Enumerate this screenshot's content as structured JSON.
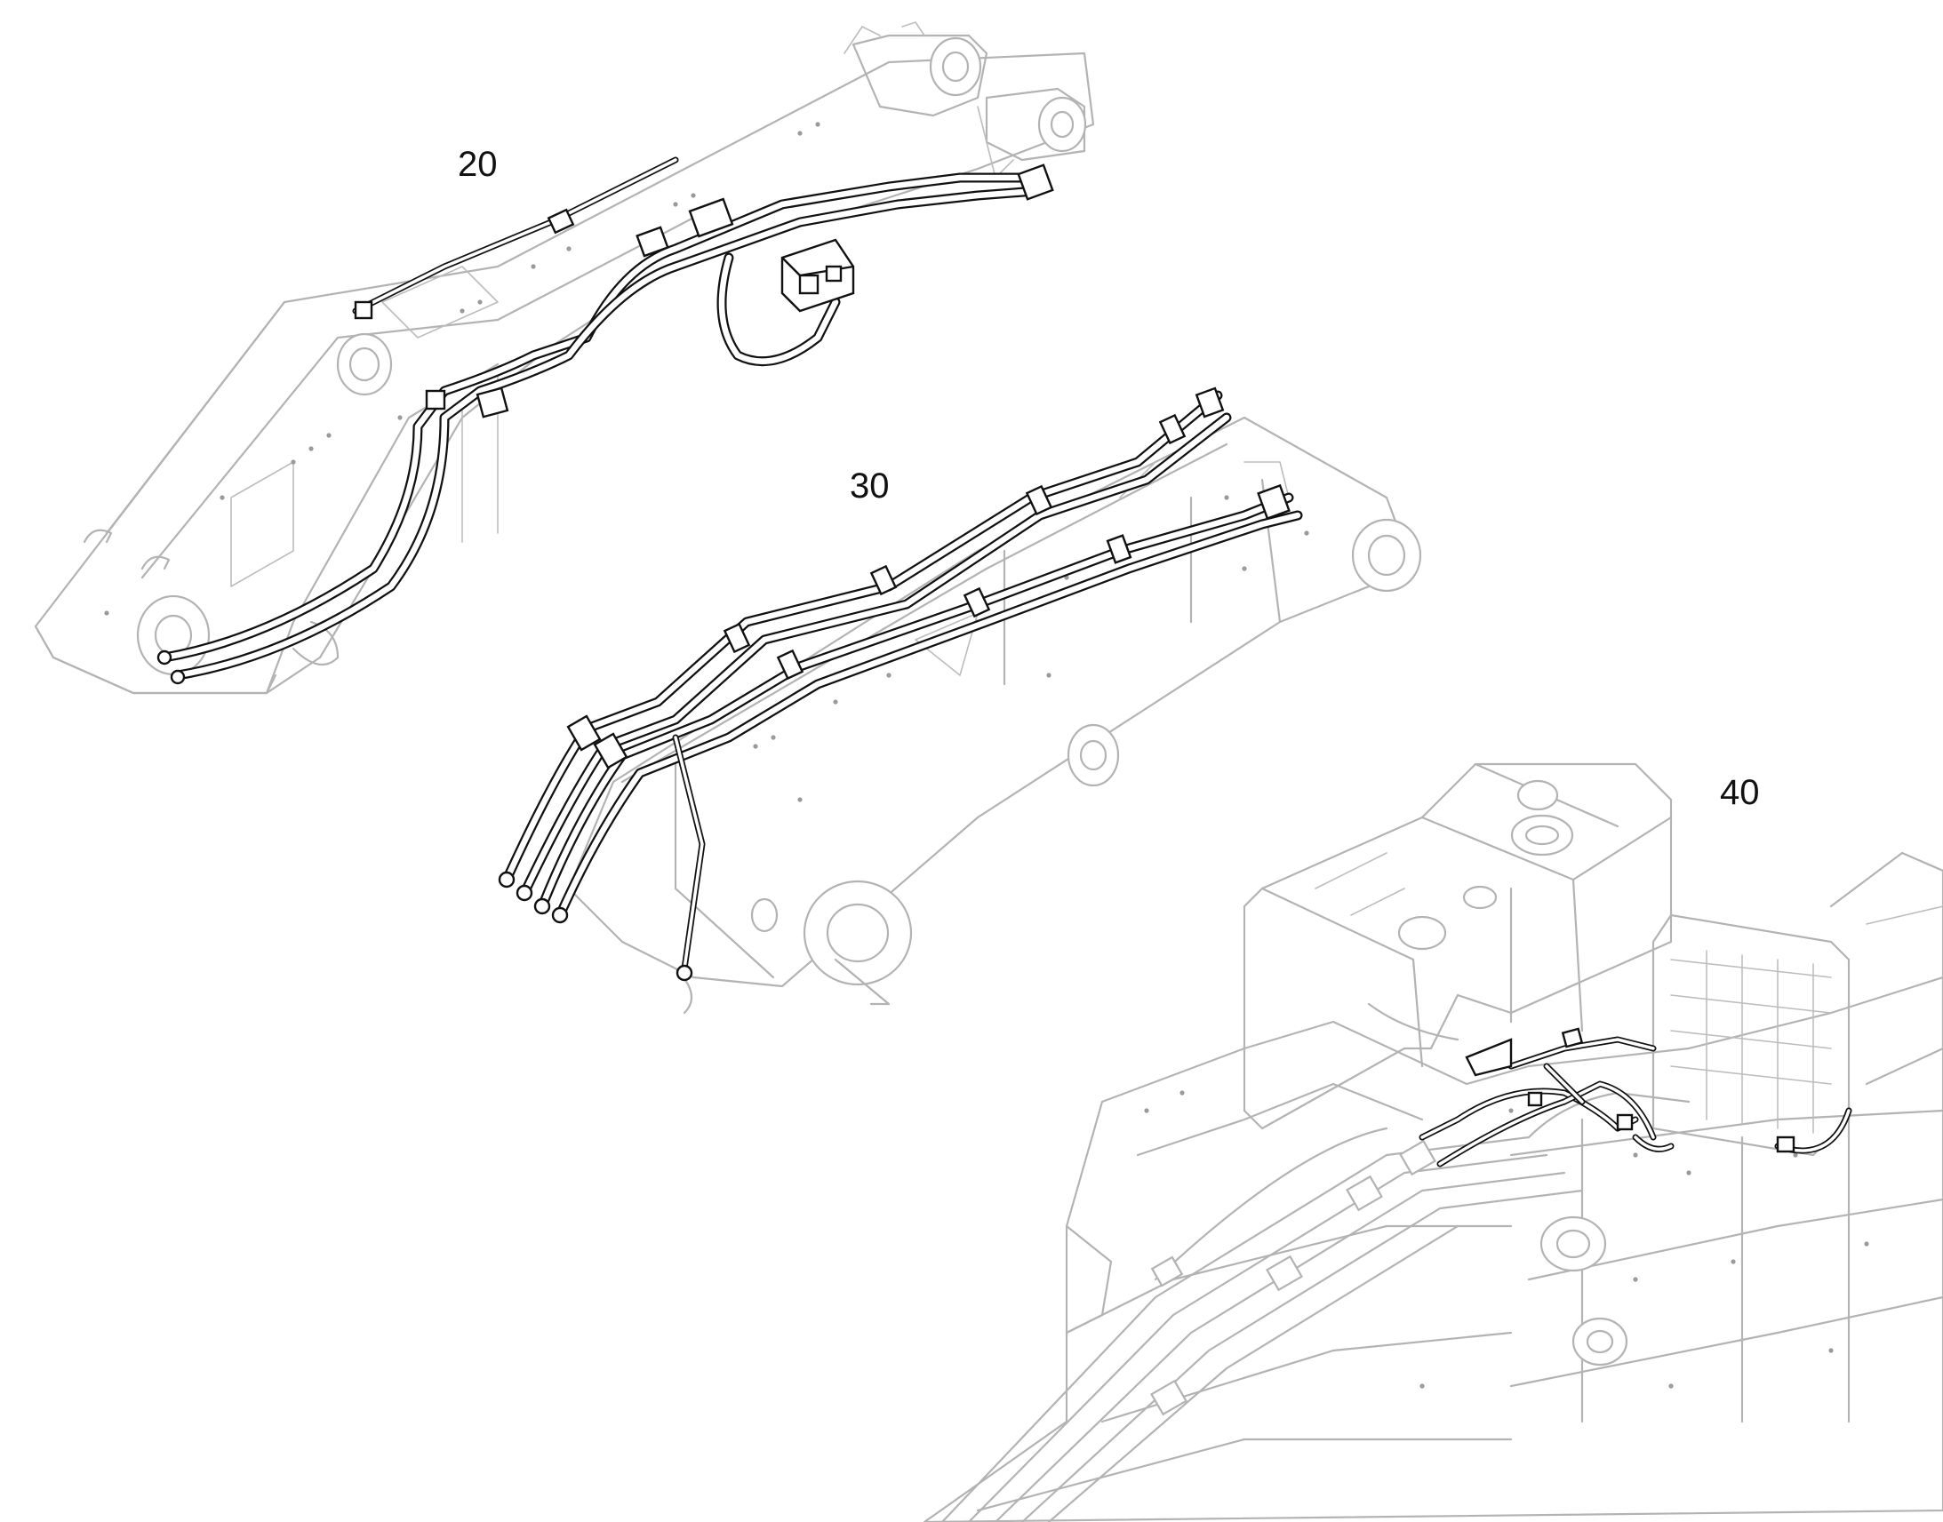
{
  "callouts": {
    "boom_group": "20",
    "arm_group": "30",
    "frame_group": "40"
  }
}
